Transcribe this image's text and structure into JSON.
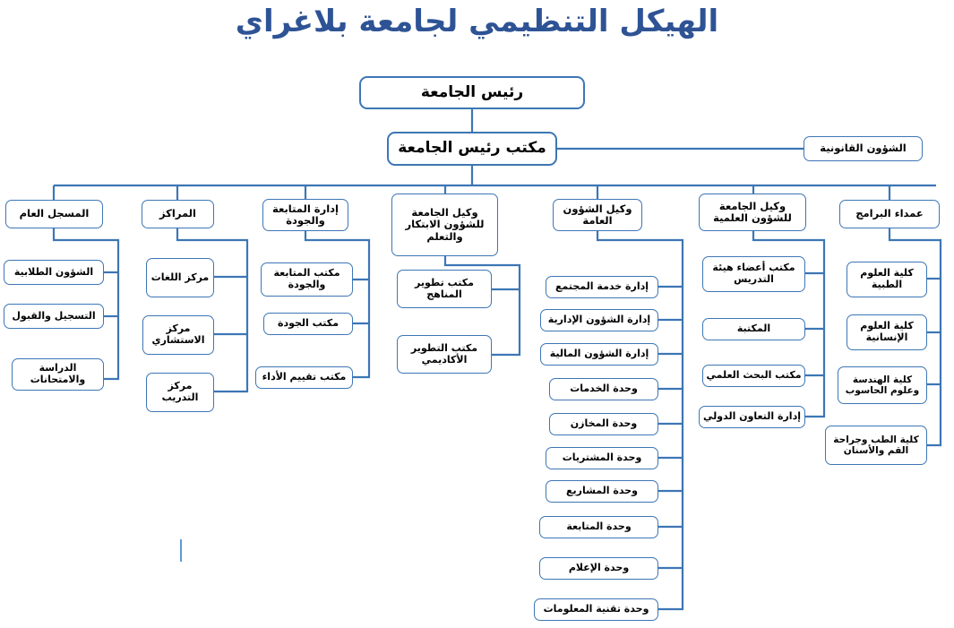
{
  "title": "الهيكل التنظيمي لجامعة بلاغراي",
  "colors": {
    "line": "#3d76b5",
    "title": "#2e5395",
    "box_border": "#3d76b5",
    "box_fill": "#ffffff"
  },
  "nodes": {
    "president": "رئيس الجامعة",
    "president_office": "مكتب رئيس الجامعة",
    "legal_affairs": "الشؤون القانونية",
    "registrar": "المسجل العام",
    "centers": "المراكز",
    "quality_dept": "إدارة المتابعة والجودة",
    "vp_innovation": "وكيل الجامعة للشؤون الابتكار والتعلم",
    "vp_general": "وكيل الشؤون العامة",
    "vp_scientific": "وكيل الجامعة للشؤون العلمية",
    "deans": "عمداء البرامج"
  },
  "columns": {
    "registrar_children": [
      "الشؤون الطلابية",
      "التسجيل والقبول",
      "الدراسة والامتحانات"
    ],
    "centers_children": [
      "مركز اللغات",
      "مركز الاستشاري",
      "مركز التدريب"
    ],
    "quality_children": [
      "مكتب المتابعة والجودة",
      "مكتب الجودة",
      "مكتب تقييم الأداء"
    ],
    "innovation_children": [
      "مكتب تطوير المناهج",
      "مكتب التطوير الأكاديمي"
    ],
    "general_children": [
      "إدارة خدمة المجتمع",
      "إدارة الشؤون الإدارية",
      "إدارة الشؤون المالية",
      "وحدة الخدمات",
      "وحدة المخازن",
      "وحدة المشتريات",
      "وحدة المشاريع",
      "وحدة المتابعة",
      "وحدة الإعلام",
      "وحدة تقنية المعلومات"
    ],
    "scientific_children": [
      "مكتب أعضاء هيئة التدريس",
      "المكتبة",
      "مكتب البحث العلمي",
      "إدارة التعاون الدولي"
    ],
    "deans_children": [
      "كلية العلوم الطبية",
      "كلية العلوم الإنسانية",
      "كلية الهندسة وعلوم الحاسوب",
      "كلية الطب وجراحة القم والأسنان"
    ]
  }
}
